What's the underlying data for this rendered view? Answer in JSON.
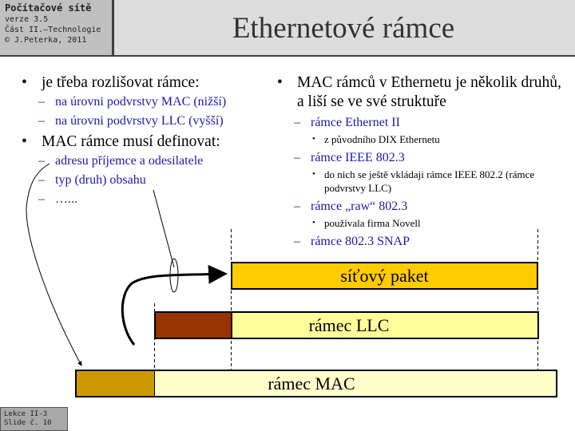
{
  "header": {
    "course": "Počítačové sítě",
    "version": "verze 3.5",
    "part": "Část II.–Technologie",
    "author": "© J.Peterka, 2011",
    "title": "Ethernetové rámce"
  },
  "left_column": [
    {
      "text": "je třeba rozlišovat rámce:",
      "children": [
        {
          "text": "na úrovni podvrstvy MAC (nižší)"
        },
        {
          "text": "na úrovni podvrstvy LLC (vyšší)"
        }
      ]
    },
    {
      "text": "MAC rámce musí definovat:",
      "children": [
        {
          "text": "adresu příjemce a odesilatele"
        },
        {
          "text": "typ (druh) obsahu"
        },
        {
          "text": "…..."
        }
      ]
    }
  ],
  "right_column": {
    "text": "MAC rámců v Ethernetu je několik druhů, a liší se ve své struktuře",
    "children": [
      {
        "text": "rámce Ethernet II",
        "notes": [
          "z původního  DIX Ethernetu"
        ]
      },
      {
        "text": "rámce IEEE 802.3",
        "notes": [
          "do nich  se ještě vkládaji  rámce  IEEE 802.2 (rámce  podvrstvy  LLC)"
        ]
      },
      {
        "text": "rámce „raw“ 802.3",
        "notes": [
          "používala  firma  Novell"
        ]
      },
      {
        "text": "rámce 802.3 SNAP",
        "notes": []
      }
    ]
  },
  "diagram": {
    "network_packet": {
      "label": "síťový paket",
      "color": "#ffcc00"
    },
    "llc_frame": {
      "label": "rámec LLC",
      "color": "#ffff99",
      "header_color": "#993300"
    },
    "mac_frame": {
      "label": "rámec MAC",
      "color": "#ffffcc",
      "header_color": "#cc9900"
    }
  },
  "footer": {
    "lesson": "Lekce II-3",
    "slide": "Slide č. 10"
  }
}
